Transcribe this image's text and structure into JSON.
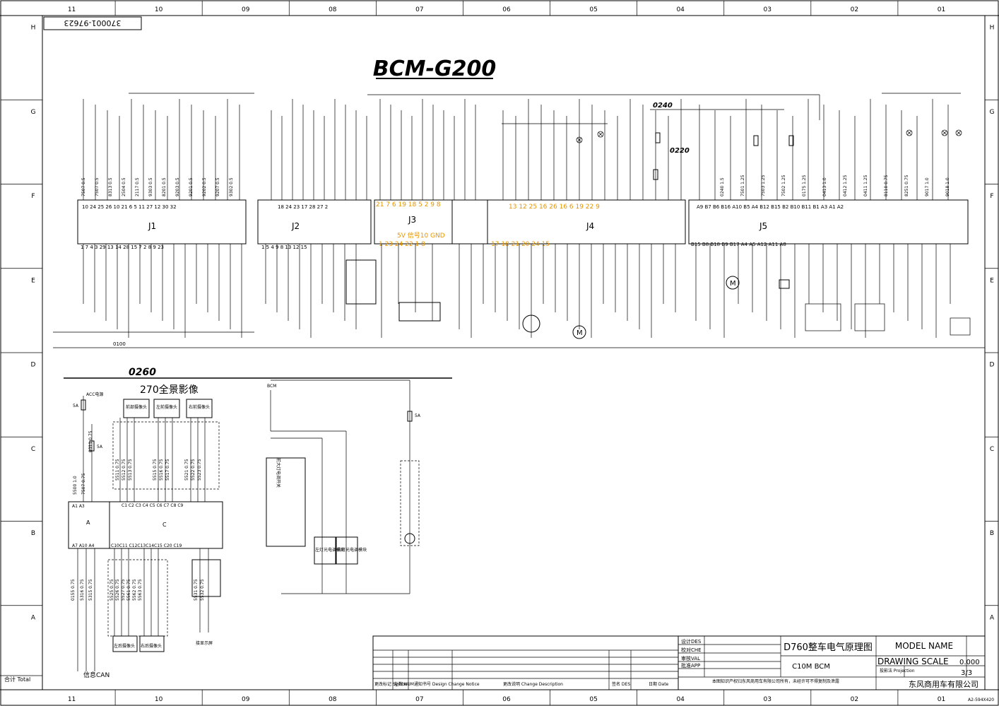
{
  "drawing_number": "370001-97623",
  "title": "BCM-G200",
  "grid_columns": [
    "11",
    "10",
    "09",
    "08",
    "07",
    "06",
    "05",
    "04",
    "03",
    "02",
    "01"
  ],
  "grid_rows": [
    "H",
    "G",
    "F",
    "E",
    "D",
    "C",
    "B",
    "A"
  ],
  "connectors": [
    {
      "name": "J1",
      "top_pins": "10 24 25 26 10  21  6  5  11 27  12 30  32",
      "bottom_pins": "1  7 4 3  29 13 14 28 15 7  2   8  9  23"
    },
    {
      "name": "J2",
      "top_pins": "18 24 23 17   28 27 2",
      "bottom_pins": "1  5  4  9   8 13    12 15"
    },
    {
      "name": "J3",
      "top_pins": "21 7  6  19 18  5  2  9 8",
      "bottom_pins": "1  23  24  22  1  8",
      "power_labels": "5V 信号10 GND"
    },
    {
      "name": "J4",
      "top_pins": "13  12  25   16  26   16   6 19 22 9",
      "bottom_pins": "17   18  21  20   24   15"
    },
    {
      "name": "J5",
      "top_pins": "A9 B7 B6 B16 A10 B5 A4 B12 B15 B2 B10 B11  B1  A3 A1 A2",
      "bottom_pins": "B15 B8 B18  B9  B17  A4   A5   A12 A11  A8"
    }
  ],
  "section_labels": {
    "s0240": "0240",
    "s0220": "0220",
    "s0260": "0260",
    "s0100": "0100"
  },
  "panorama": {
    "title": "270全景影像",
    "front_cam": "前部摄像头",
    "left_cam": "左前摄像头",
    "right_cam": "右前摄像头",
    "rear_left": "左后摄像头",
    "rear_right": "右后摄像头",
    "module_a": "A",
    "module_c": "C",
    "acc": "ACC电源",
    "fuse": "5A",
    "bus": "信息CAN",
    "display": "接显示屏"
  },
  "switch_panel": {
    "bcm": "BCM",
    "left_module": "左灯光电调模块",
    "right_module": "右灯光电调模块",
    "switch": "前大灯电调开关"
  },
  "wire_labels_j1": [
    "7507 0.5",
    "7507 0.5",
    "8313 0.5",
    "2504 0.5",
    "2117 0.5",
    "9303 0.5",
    "8201 0.5",
    "9203 0.5",
    "9201 0.5",
    "9202 0.5",
    "9207 0.5",
    "9302 0.5"
  ],
  "wire_labels_j5": [
    "0240 1.5",
    "7501 1.25",
    "7503 1.25",
    "7502 1.25",
    "0175 1.25",
    "0413 1.0",
    "0412 1.25",
    "0411 1.25",
    "8110 0.75",
    "8251 0.75",
    "9017 1.0",
    "9018 1.0"
  ],
  "panorama_wires": [
    "5511 0.75",
    "5512 0.75",
    "5513 0.75",
    "5515 0.75",
    "5516 0.75",
    "5517 0.75",
    "5521 0.75",
    "5522 0.75",
    "5523 0.75",
    "5525 0.75",
    "5526 0.75",
    "5527 0.75",
    "5561 0.75",
    "5562 0.75",
    "5563 0.75",
    "5531 0.75",
    "5532 0.75",
    "0155 0.75",
    "5316 0.75",
    "5315 0.75",
    "5500 1.0",
    "7507 0.75",
    "0311 0.75"
  ],
  "title_block": {
    "design": "设计DES",
    "check": "校对CHE",
    "review": "审核VAL",
    "approve": "批准APP",
    "drawing_title": "D760整车电气原理图",
    "model": "MODEL NAME",
    "subtitle": "C10M BCM",
    "drawing_scale": "DRAWING SCALE",
    "scale_value": "0.000",
    "sheet": "3/3",
    "projection": "投影法 Projection",
    "copyright": "本图知识产权归东风商用车有限公司所有，未经许可不得复制及泄露",
    "company": "东风商用车有限公司",
    "rev_symbol": "更改标记 Symbol",
    "rev_num": "处数 NUM",
    "rev_notice": "通知书号 Design Change Notice",
    "rev_desc": "更改说明 Change Description",
    "rev_sign": "签名 DES",
    "rev_date": "日期 Date"
  },
  "total_label": "合计 Total",
  "sheet_size": "A2-594X420"
}
